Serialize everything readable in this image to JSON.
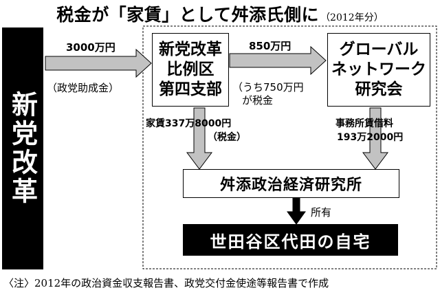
{
  "title": "税金が「家賃」として舛添氏側に",
  "title_year": "（2012年分）",
  "nodes": {
    "party": "新党改革",
    "branch_line1": "新党改革",
    "branch_line2": "比例区",
    "branch_line3": "第四支部",
    "research_line1": "グローバル",
    "research_line2": "ネットワーク",
    "research_line3": "研究会",
    "institute": "舛添政治経済研究所",
    "home": "世田谷区代田の自宅"
  },
  "flows": {
    "party_to_branch_amount": "3000万円",
    "party_to_branch_note": "（政党助成金）",
    "branch_to_research_amount": "850万円",
    "branch_to_research_note_line1": "（うち750万円",
    "branch_to_research_note_line2": "が税金",
    "branch_rent_line1": "家賃337万8000円",
    "branch_rent_line2": "（税金）",
    "research_rent_line1": "事務所賃借料",
    "research_rent_line2": "193万2000円",
    "ownership": "所有"
  },
  "footnote": "〈注〉2012年の政治資金収支報告書、政党交付金使途等報告書で作成",
  "colors": {
    "arrow_fill": "#c2c2c2",
    "dark_fill": "#000000",
    "box_fill": "#ffffff"
  }
}
